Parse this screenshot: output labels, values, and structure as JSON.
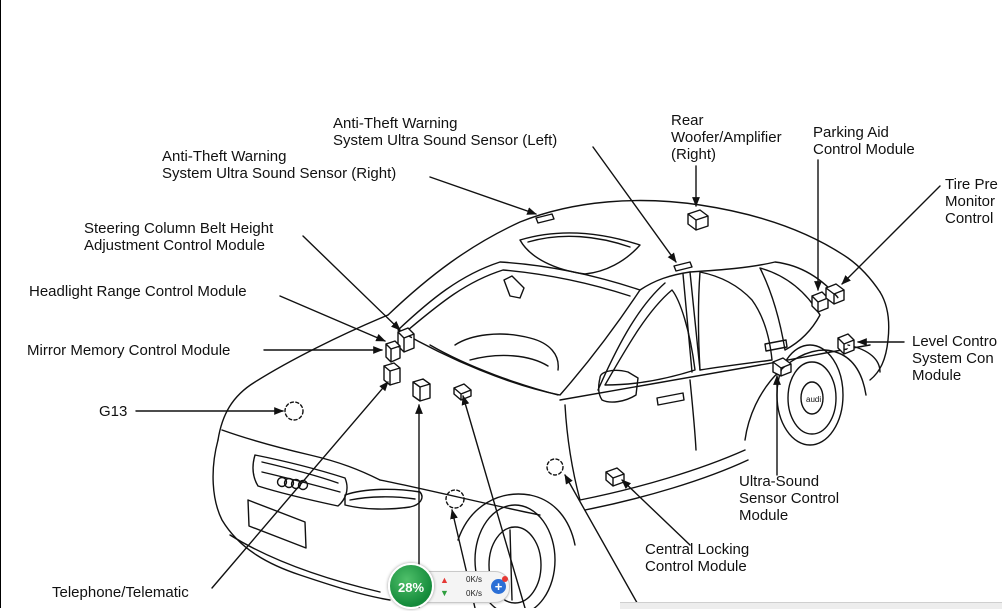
{
  "labels": {
    "anti_theft_left_1": "Anti-Theft Warning",
    "anti_theft_left_2": "System Ultra Sound Sensor (Left)",
    "anti_theft_right_1": "Anti-Theft Warning",
    "anti_theft_right_2": "System Ultra Sound Sensor (Right)",
    "rear_woofer_1": "Rear",
    "rear_woofer_2": "Woofer/Amplifier",
    "rear_woofer_3": "(Right)",
    "parking_aid_1": "Parking Aid",
    "parking_aid_2": "Control Module",
    "tire_pressure_1": "Tire Pre",
    "tire_pressure_2": "Monitor",
    "tire_pressure_3": "Control",
    "steering_column_1": "Steering Column Belt Height",
    "steering_column_2": "Adjustment Control Module",
    "headlight_range": "Headlight Range Control Module",
    "mirror_memory": "Mirror Memory Control Module",
    "g13": "G13",
    "level_control_1": "Level Contro",
    "level_control_2": "System Con",
    "level_control_3": "Module",
    "ultra_sound_1": "Ultra-Sound",
    "ultra_sound_2": "Sensor Control",
    "ultra_sound_3": "Module",
    "central_locking_1": "Central Locking",
    "central_locking_2": "Control Module",
    "telephone": "Telephone/Telematic"
  },
  "car_badge": "audi",
  "net_widget": {
    "percent": "28%",
    "upload": "0K/s",
    "download": "0K/s",
    "accent_color": "#1f9a46"
  }
}
